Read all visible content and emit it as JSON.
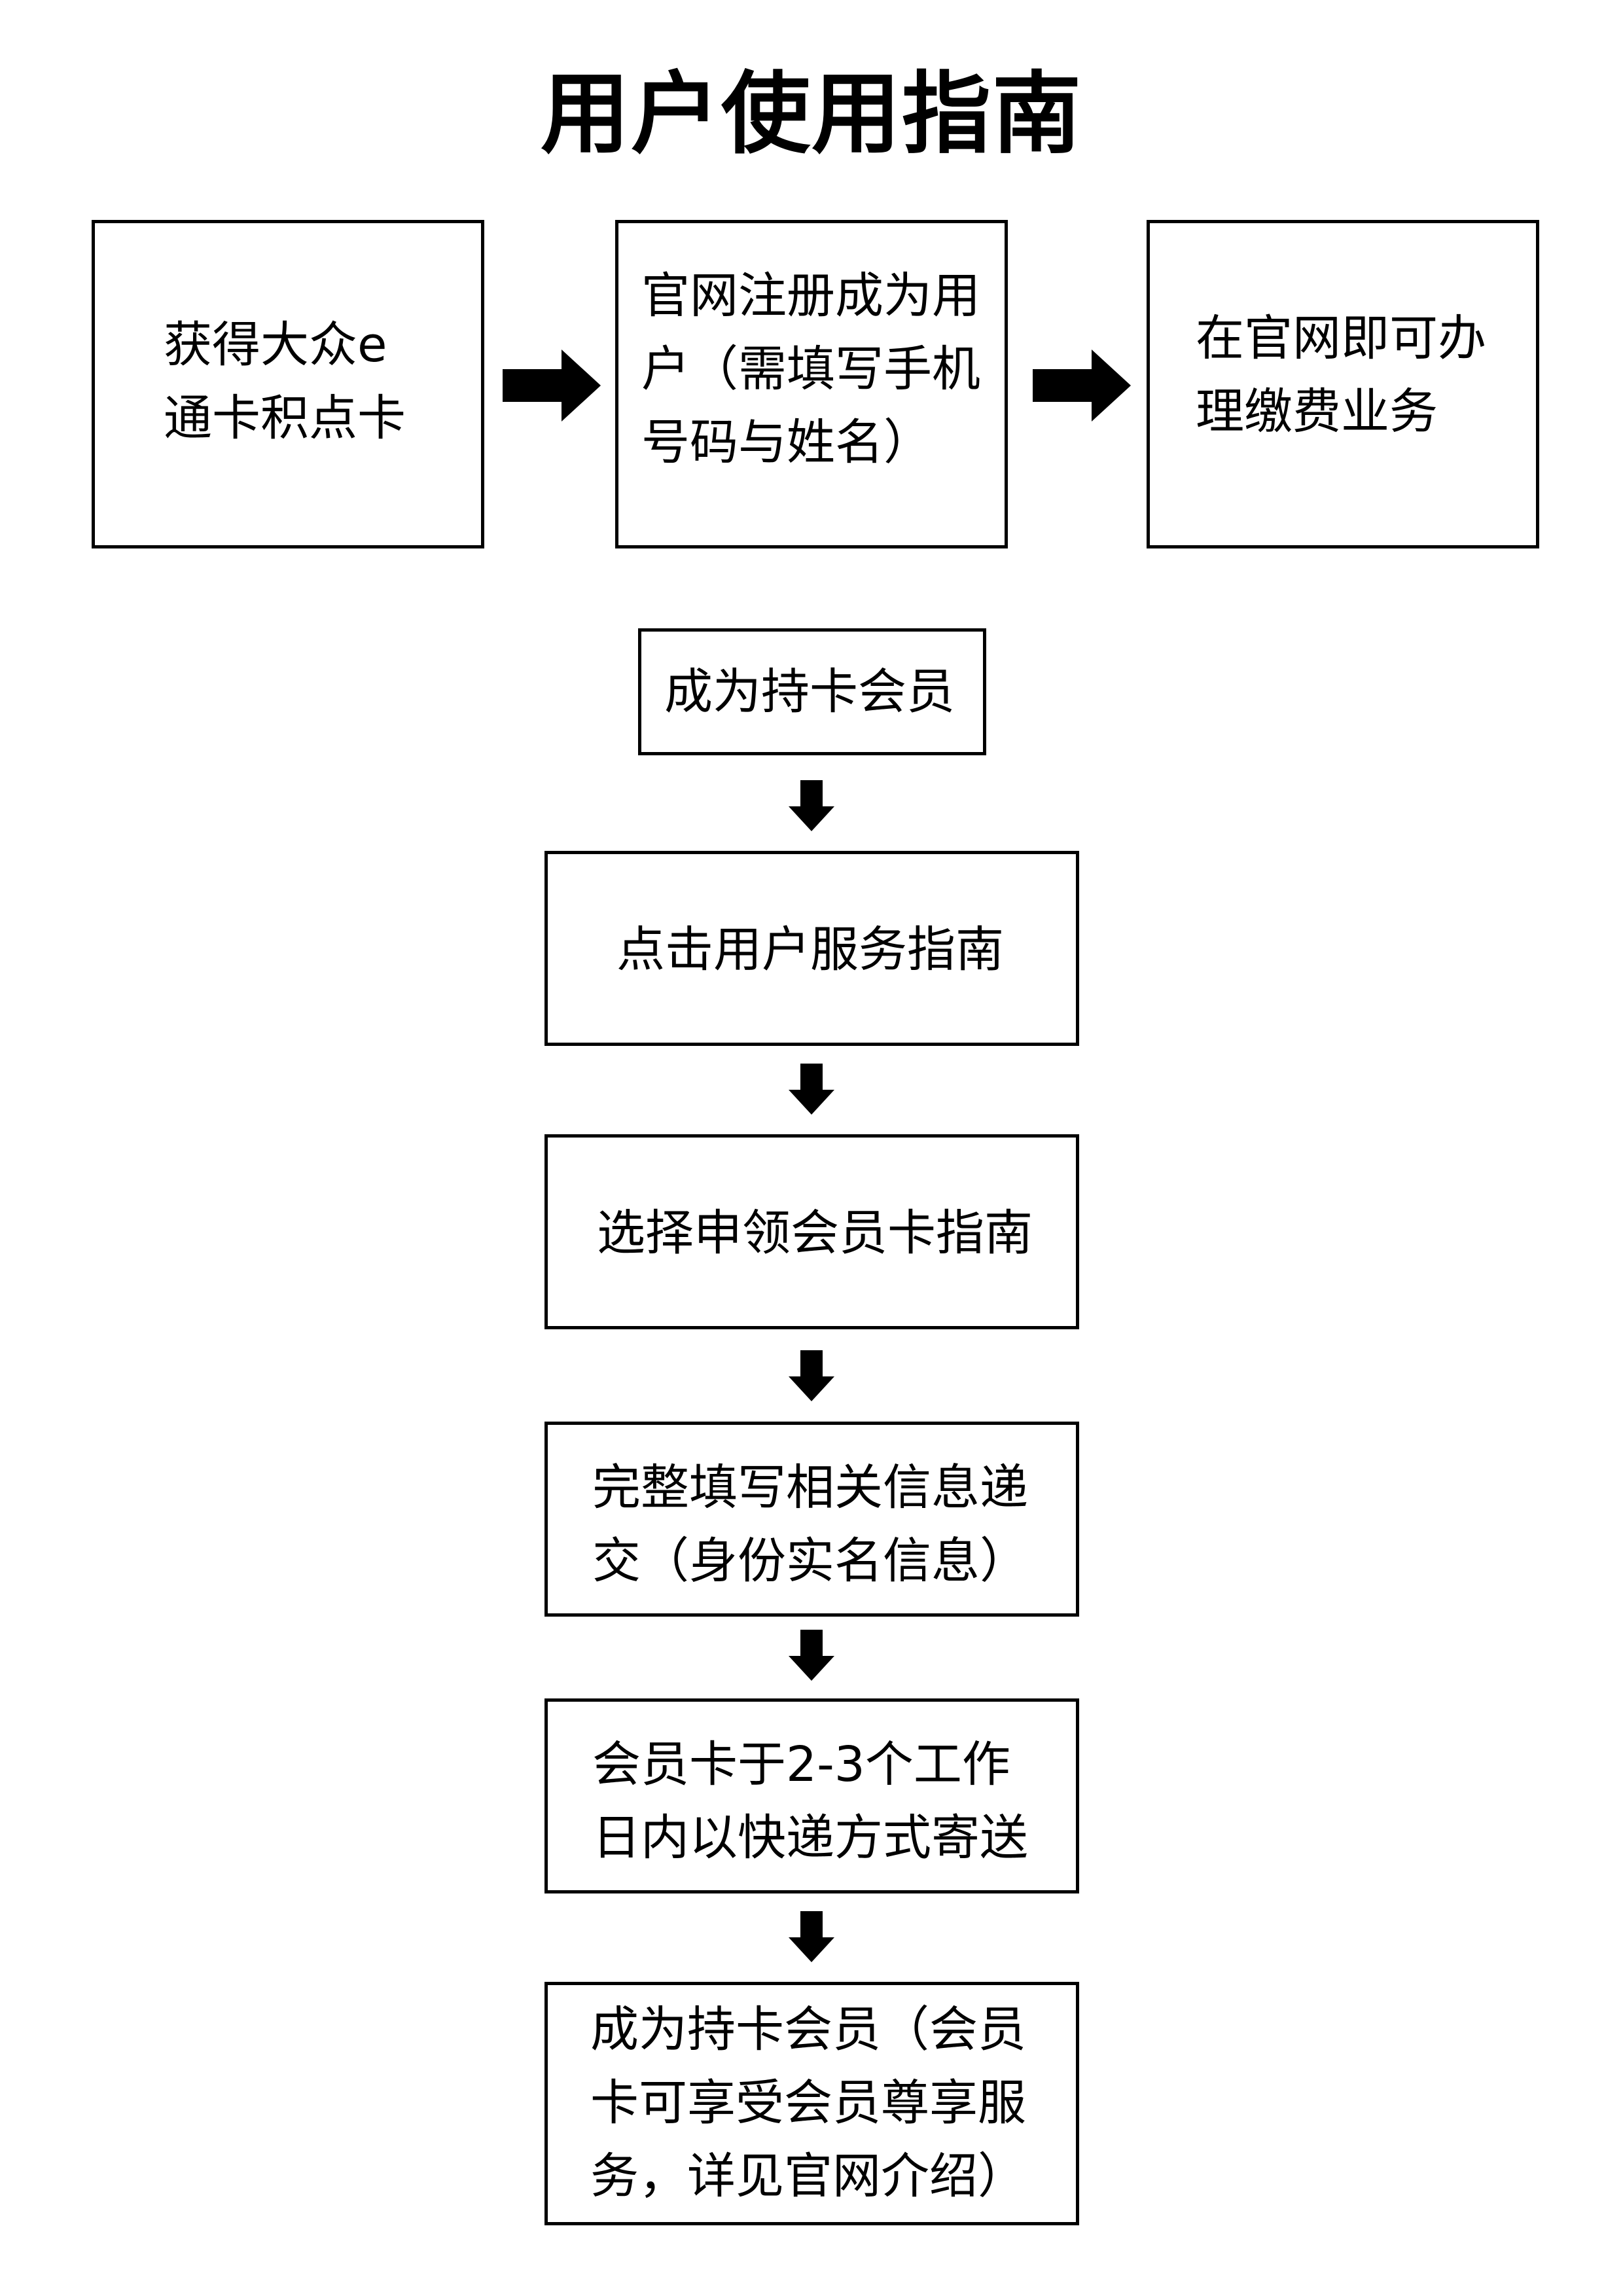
{
  "title": "用户使用指南",
  "top_row": [
    {
      "text": "获得大众e\n通卡积点卡"
    },
    {
      "text": "官网注册成为用\n户（需填写手机\n号码与姓名）"
    },
    {
      "text": "在官网即可办\n理缴费业务"
    }
  ],
  "steps": [
    {
      "text": "成为持卡会员"
    },
    {
      "text": "点击用户服务指南"
    },
    {
      "text": "选择申领会员卡指南"
    },
    {
      "text": "完整填写相关信息递\n交（身份实名信息）"
    },
    {
      "text": "会员卡于2-3个工作\n日内以快递方式寄送"
    },
    {
      "text": "成为持卡会员（会员\n卡可享受会员尊享服\n务，详见官网介绍）"
    }
  ],
  "colors": {
    "line": "#000000",
    "background": "#ffffff"
  },
  "icons": {
    "right_arrow": "right-arrow-icon",
    "down_arrow": "down-arrow-icon"
  }
}
